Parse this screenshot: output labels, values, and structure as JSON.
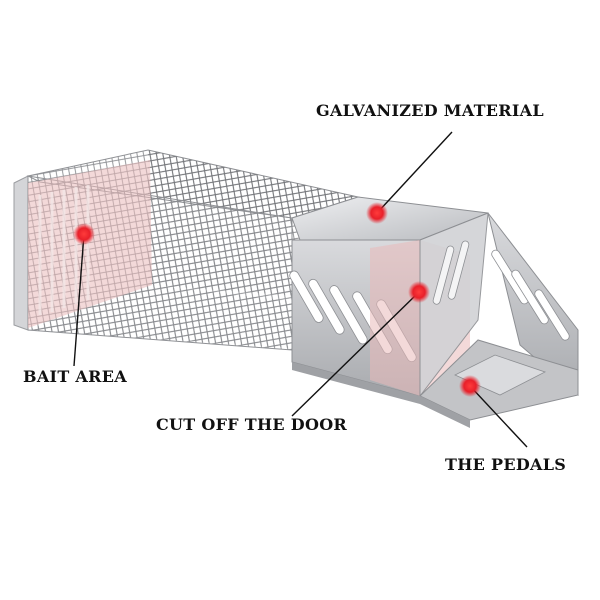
{
  "callouts": {
    "galvanized": "GALVANIZED MATERIAL",
    "bait_area": "BAIT AREA",
    "cut_off_door": "CUT OFF THE DOOR",
    "pedals": "THE PEDALS"
  },
  "colors": {
    "marker": "#e8202a",
    "highlight": "#e9b9b9",
    "steel": "#c9cacd",
    "leader": "#111111"
  }
}
